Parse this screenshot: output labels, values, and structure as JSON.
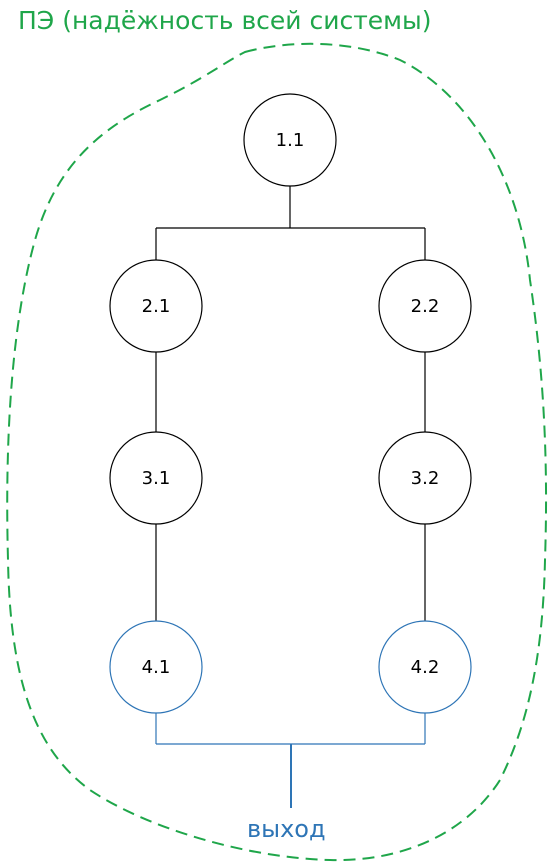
{
  "title": "ПЭ (надёжность всей системы)",
  "output_label": "выход",
  "colors": {
    "boundary": "#1fa64a",
    "node": "#000000",
    "output_node": "#2e75b6",
    "output_text": "#2e75b6"
  },
  "nodes": [
    {
      "id": "1.1",
      "label": "1.1",
      "kind": "normal"
    },
    {
      "id": "2.1",
      "label": "2.1",
      "kind": "normal"
    },
    {
      "id": "2.2",
      "label": "2.2",
      "kind": "normal"
    },
    {
      "id": "3.1",
      "label": "3.1",
      "kind": "normal"
    },
    {
      "id": "3.2",
      "label": "3.2",
      "kind": "normal"
    },
    {
      "id": "4.1",
      "label": "4.1",
      "kind": "output"
    },
    {
      "id": "4.2",
      "label": "4.2",
      "kind": "output"
    }
  ]
}
